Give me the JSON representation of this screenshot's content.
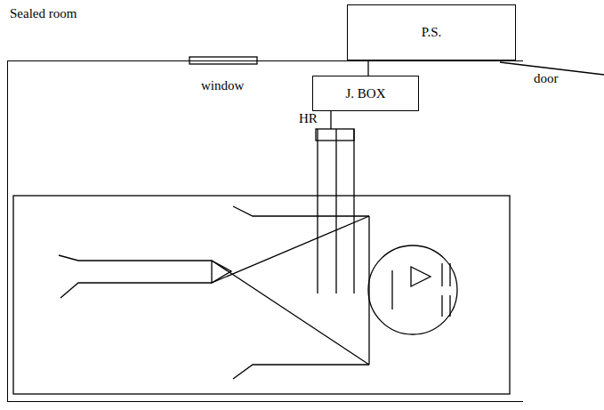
{
  "diagram": {
    "nodes": [
      {
        "text": [
          "Sealed room"
        ]
      },
      {
        "text": [
          "P.S."
        ]
      },
      {
        "text": [
          "J. BOX"
        ],
        "in": 0
      }
    ],
    "edges": [
      {
        "from": 1,
        "to": 2,
        "arrow": "none"
      }
    ],
    "labels": [
      "window",
      "door",
      "HR"
    ]
  }
}
